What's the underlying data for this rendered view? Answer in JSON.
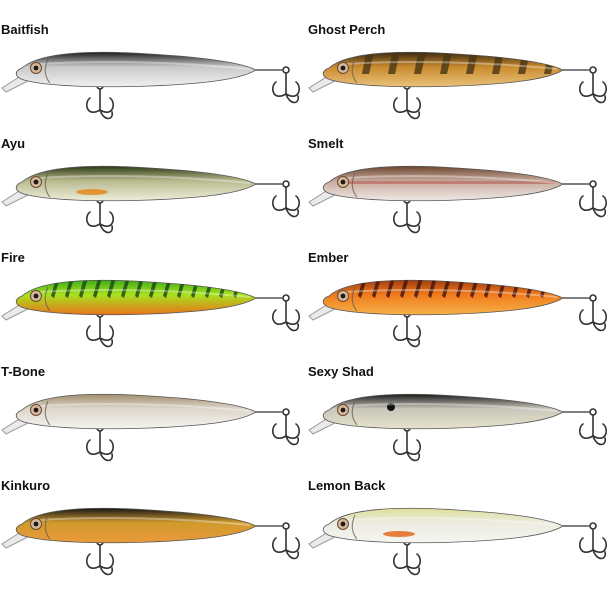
{
  "lures": [
    {
      "name": "Baitfish",
      "pattern": "plain",
      "back": "#1e1e1e",
      "body": "#c9c9c9",
      "belly": "#f1f1f1",
      "accent": ""
    },
    {
      "name": "Ghost Perch",
      "pattern": "bars",
      "back": "#3a2a12",
      "body": "#c98a2e",
      "belly": "#e9c27a",
      "accent": "#4a3414"
    },
    {
      "name": "Ayu",
      "pattern": "spot",
      "back": "#2c3a14",
      "body": "#b9b98e",
      "belly": "#eeeedd",
      "accent": "#e08a1c"
    },
    {
      "name": "Smelt",
      "pattern": "stripe",
      "back": "#6b4630",
      "body": "#c6a99a",
      "belly": "#eeeae6",
      "accent": "#b86a62"
    },
    {
      "name": "Fire",
      "pattern": "tiger",
      "back": "#3fae18",
      "body": "#a9e21e",
      "belly": "#e8731c",
      "accent": "#1d4d10"
    },
    {
      "name": "Ember",
      "pattern": "tiger",
      "back": "#a33e10",
      "body": "#f07b1c",
      "belly": "#f6b24a",
      "accent": "#4a1808"
    },
    {
      "name": "T-Bone",
      "pattern": "plain",
      "back": "#a28e6c",
      "body": "#dcd6cb",
      "belly": "#f5f3ef",
      "accent": ""
    },
    {
      "name": "Sexy Shad",
      "pattern": "dot",
      "back": "#1a1a1a",
      "body": "#c9c6bb",
      "belly": "#e5e3ca",
      "accent": "#111111"
    },
    {
      "name": "Kinkuro",
      "pattern": "plain",
      "back": "#161616",
      "body": "#d09a2c",
      "belly": "#ea9a3a",
      "accent": ""
    },
    {
      "name": "Lemon Back",
      "pattern": "spot",
      "back": "#dede9a",
      "body": "#ebebe0",
      "belly": "#f6f6f2",
      "accent": "#e06b1c"
    }
  ]
}
